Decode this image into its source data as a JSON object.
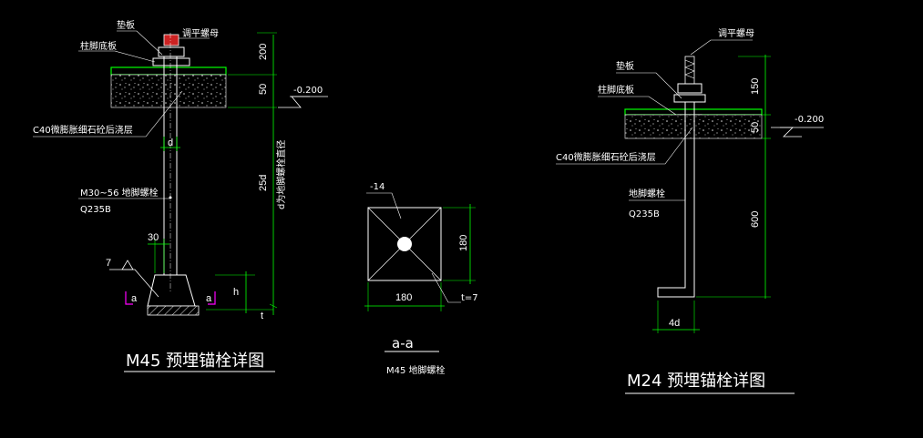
{
  "colors": {
    "background": "#000000",
    "linework": "#ffffff",
    "dimension": "#00ff00",
    "concrete_fill": "#dddddd",
    "anchor_nut_red": "#cc2222",
    "section_mark": "#ff00ff"
  },
  "m45": {
    "title": "M45 预埋锚栓详图",
    "label_washer": "垫板",
    "label_adjust_nut": "调平螺母",
    "label_base_plate": "柱脚底板",
    "label_grout": "C40微膨胀细石砼后浇层",
    "label_bolt": "M30~56 地脚螺栓",
    "label_material": "Q235B",
    "label_d": "d",
    "label_30": "30",
    "label_weld": "7",
    "label_section_a_left": "a",
    "label_section_a_right": "a",
    "label_h": "h",
    "label_t": "t",
    "dim_200": "200",
    "dim_50": "50",
    "dim_25d": "25d",
    "dim_note": "d为地脚螺栓直径",
    "elevation": "-0.200"
  },
  "section": {
    "title": "a-a",
    "subtitle": "M45 地脚螺栓",
    "label_thickness": "-14",
    "dim_180_h": "180",
    "dim_180_v": "180",
    "label_t7": "t=7"
  },
  "m24": {
    "title": "M24 预埋锚栓详图",
    "label_adjust_nut": "调平螺母",
    "label_washer": "垫板",
    "label_base_plate": "柱脚底板",
    "label_grout": "C40微膨胀细石砼后浇层",
    "label_bolt": "地脚螺栓",
    "label_material": "Q235B",
    "dim_150": "150",
    "dim_50": "50",
    "dim_600": "600",
    "dim_4d": "4d",
    "elevation": "-0.200"
  }
}
